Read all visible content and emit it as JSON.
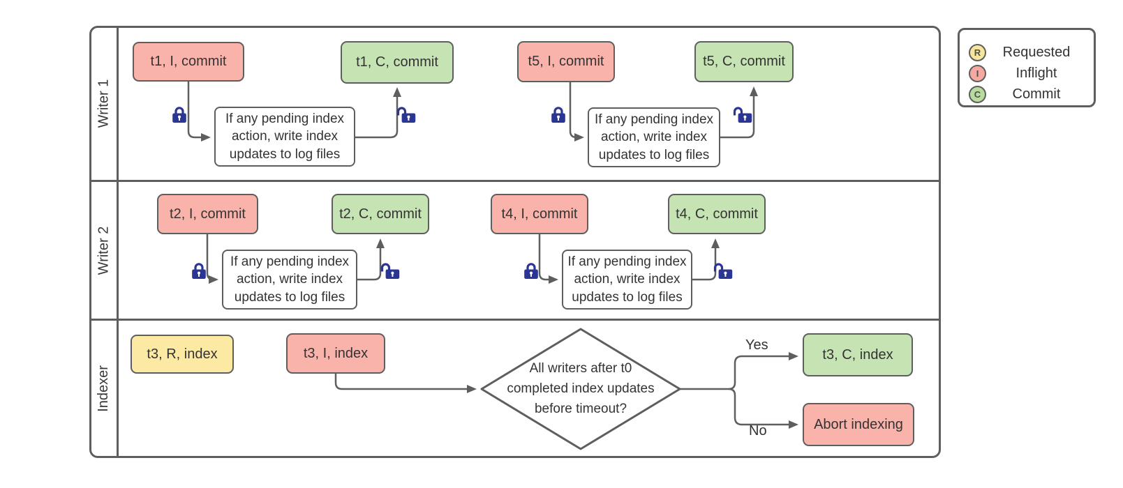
{
  "diagram_type": "swimlane-flowchart",
  "legend": {
    "items": [
      {
        "letter": "R",
        "label": "Requested",
        "fill": "#f7e59c"
      },
      {
        "letter": "I",
        "label": "Inflight",
        "fill": "#f5a9a2"
      },
      {
        "letter": "C",
        "label": "Commit",
        "fill": "#b7dc9e"
      }
    ]
  },
  "lanes": {
    "writer1": {
      "label": "Writer 1",
      "t_first_inflight": "t1, I, commit",
      "t_first_commit": "t1, C, commit",
      "t_second_inflight": "t5, I, commit",
      "t_second_commit": "t5, C, commit"
    },
    "writer2": {
      "label": "Writer 2",
      "t_first_inflight": "t2, I, commit",
      "t_first_commit": "t2, C, commit",
      "t_second_inflight": "t4, I, commit",
      "t_second_commit": "t4, C, commit"
    },
    "indexer": {
      "label": "Indexer",
      "requested": "t3, R, index",
      "inflight": "t3, I, index",
      "commit": "t3, C, index",
      "abort": "Abort indexing"
    }
  },
  "shared": {
    "process_note": "If any pending index\naction, write index\nupdates to log files"
  },
  "decision": {
    "question": "All writers after t0\ncompleted index updates\nbefore timeout?",
    "yes_label": "Yes",
    "no_label": "No"
  },
  "colors": {
    "inflight_fill": "#f9b3aa",
    "commit_fill": "#c6e3b4",
    "requested_fill": "#fbe9a4",
    "border_gray": "#5e5e5e",
    "lock_blue": "#2b3594"
  }
}
